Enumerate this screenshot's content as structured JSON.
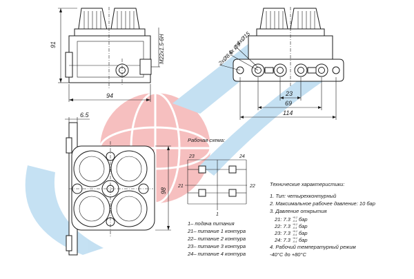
{
  "watermark": {
    "red": "#e64a4a",
    "blue": "#5aa9dc",
    "description_icon": "logo-watermark"
  },
  "front_view": {
    "dim_height": "91",
    "dim_width": "94",
    "dim_thread": "M22x1.5-6H"
  },
  "side_view": {
    "dim_4x_d15": "4xØ15",
    "dim_4x_d9": "4x Ø9",
    "dim_2x_d8_5": "2xØ8.5",
    "dim_23": "23",
    "dim_69": "69",
    "dim_114": "114"
  },
  "top_view": {
    "dim_6_5": "6.5",
    "dim_98": "98"
  },
  "schematic": {
    "title": "Рабочая схема:",
    "port_23": "23",
    "port_24": "24",
    "port_21": "21",
    "port_22": "22",
    "port_1": "1"
  },
  "legend": [
    "1– подача питания",
    "21– питание 1 контура",
    "22– питание 2 контура",
    "23– питание 3 контура",
    "24– питание 4 контура"
  ],
  "specs": {
    "title": "Технические характеристики:",
    "item1": "1. Тип: четырехконтурный",
    "item2": "2. Максимальное рабочее давление: 10 бар",
    "item3": "3. Давление открытия",
    "p21": "21: 7.3",
    "p22": "22: 7.3",
    "p23": "23: 7.3",
    "p24": "24: 7.3",
    "sup": "+0.2",
    "sub": "-0.4",
    "unit": "бар",
    "item4": "4. Рабочий температурный режим",
    "temp": "-40°С до +80°С"
  }
}
